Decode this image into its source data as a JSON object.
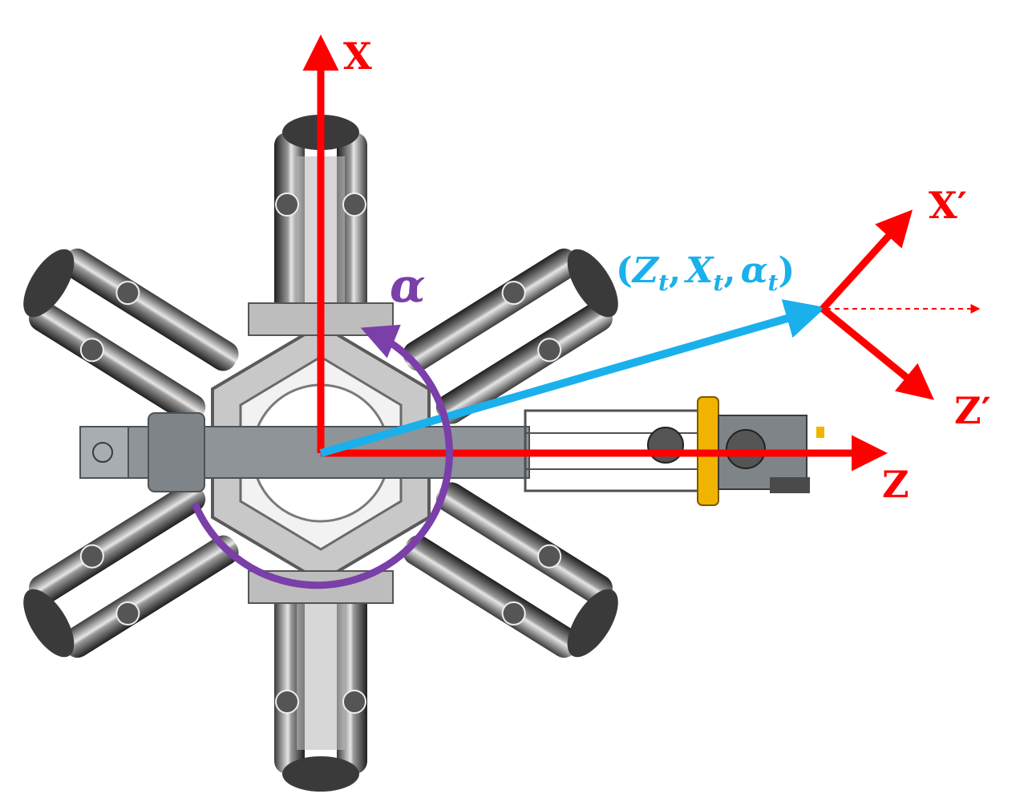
{
  "axes": {
    "x_label": "X",
    "z_label": "Z",
    "x_prime_label": "X′",
    "z_prime_label": "Z′"
  },
  "angle_label": "α",
  "target": {
    "open": "(",
    "z": "Z",
    "z_sub": "t",
    "sep1": ",",
    "x": "X",
    "x_sub": "t",
    "sep2": ",",
    "a": "α",
    "a_sub": "t",
    "close": ")"
  },
  "colors": {
    "axis": "#ff0000",
    "target_vector": "#1ab0ec",
    "angle_arc": "#7a3fa8",
    "robot_metal": "#8f9499",
    "robot_dark": "#2b2b2b",
    "robot_light": "#d9d9d9",
    "gripper": "#f0b400"
  }
}
